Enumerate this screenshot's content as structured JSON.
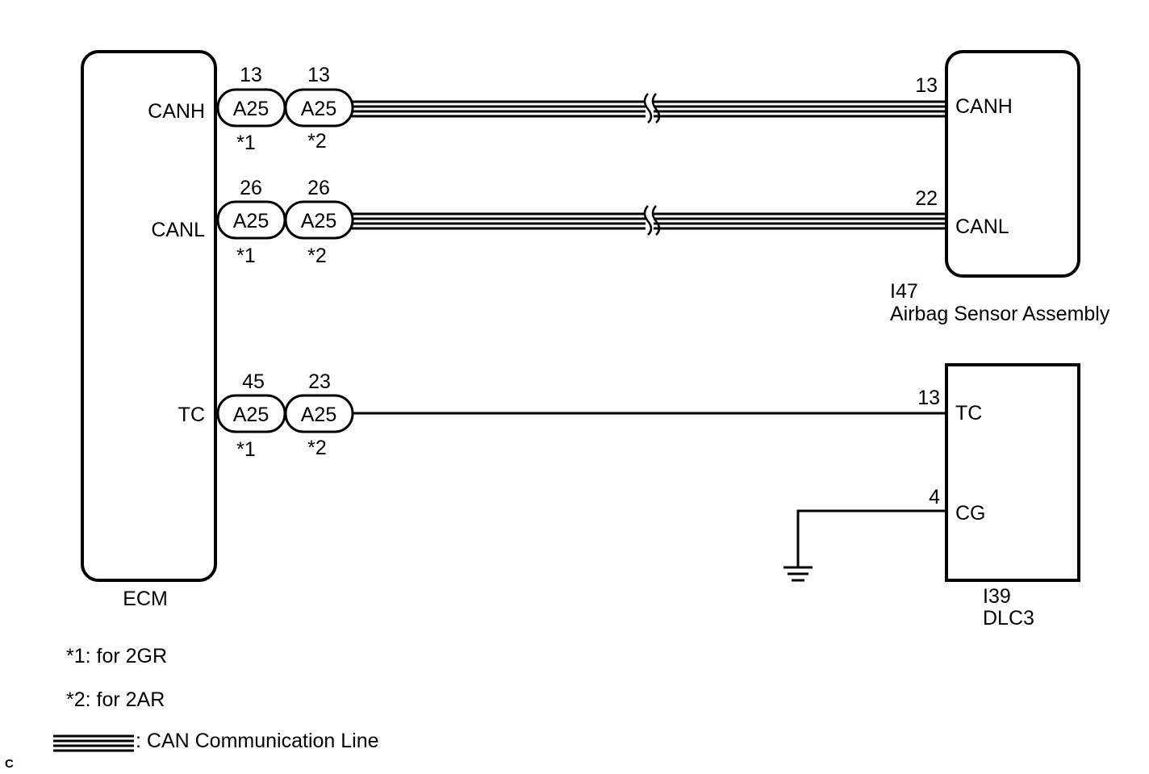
{
  "ecm": {
    "name": "ECM",
    "pins": {
      "canh": "CANH",
      "canl": "CANL",
      "tc": "TC"
    }
  },
  "connectors": {
    "canh": {
      "c1": {
        "code": "A25",
        "pin": "13",
        "note": "*1"
      },
      "c2": {
        "code": "A25",
        "pin": "13",
        "note": "*2"
      }
    },
    "canl": {
      "c1": {
        "code": "A25",
        "pin": "26",
        "note": "*1"
      },
      "c2": {
        "code": "A25",
        "pin": "26",
        "note": "*2"
      }
    },
    "tc": {
      "c1": {
        "code": "A25",
        "pin": "45",
        "note": "*1"
      },
      "c2": {
        "code": "A25",
        "pin": "23",
        "note": "*2"
      }
    }
  },
  "airbag": {
    "code": "I47",
    "name": "Airbag Sensor Assembly",
    "pins": {
      "canh": {
        "label": "CANH",
        "num": "13"
      },
      "canl": {
        "label": "CANL",
        "num": "22"
      }
    }
  },
  "dlc3": {
    "code": "I39",
    "name": "DLC3",
    "pins": {
      "tc": {
        "label": "TC",
        "num": "13"
      },
      "cg": {
        "label": "CG",
        "num": "4"
      }
    }
  },
  "legend": {
    "note1": "*1: for 2GR",
    "note2": "*2: for 2AR",
    "can_line": ": CAN Communication Line"
  },
  "corner_mark": "C"
}
